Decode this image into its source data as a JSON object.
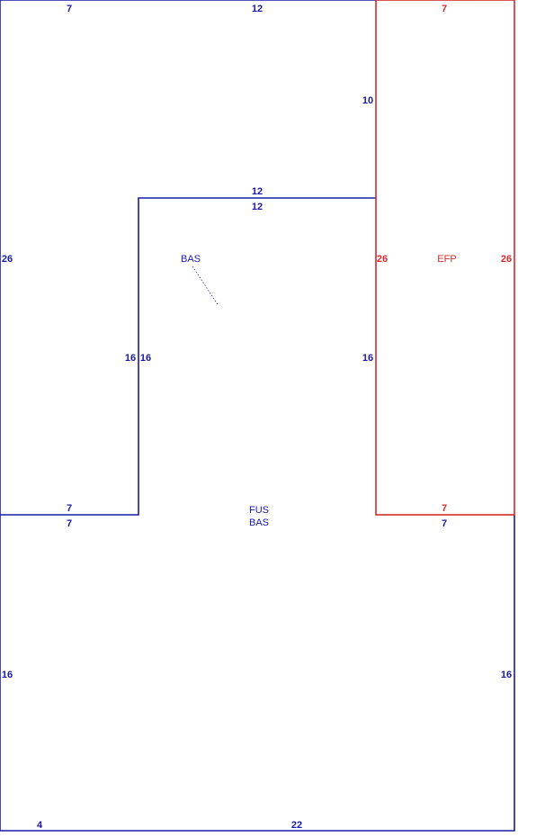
{
  "colors": {
    "primary": "#1a1aa8",
    "secondary": "#d42a2a",
    "background": "#ffffff"
  },
  "areas": {
    "bas_upper": "BAS",
    "efp": "EFP",
    "fus": "FUS",
    "bas_lower": "BAS"
  },
  "dimensions": {
    "top_left": "7",
    "top_middle": "12",
    "efp_top": "7",
    "right_upper_side": "10",
    "notch_top_outer": "12",
    "notch_top_inner": "12",
    "left_upper": "26",
    "efp_left": "26",
    "efp_right": "26",
    "notch_left_outer": "16",
    "notch_left_inner": "16",
    "notch_right": "16",
    "ledge_upper": "7",
    "ledge_lower": "7",
    "efp_bottom": "7",
    "efp_bottom_outer": "7",
    "left_lower": "16",
    "right_lower": "16",
    "bottom_left": "4",
    "bottom_main": "22"
  }
}
